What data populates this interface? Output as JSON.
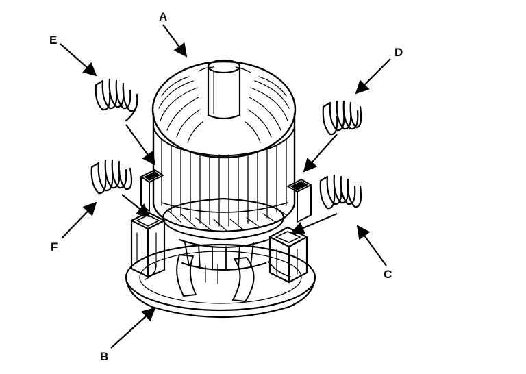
{
  "figure": {
    "callouts": {
      "a": "A",
      "b": "B",
      "c": "C",
      "d": "D",
      "e": "E",
      "f": "F"
    }
  }
}
